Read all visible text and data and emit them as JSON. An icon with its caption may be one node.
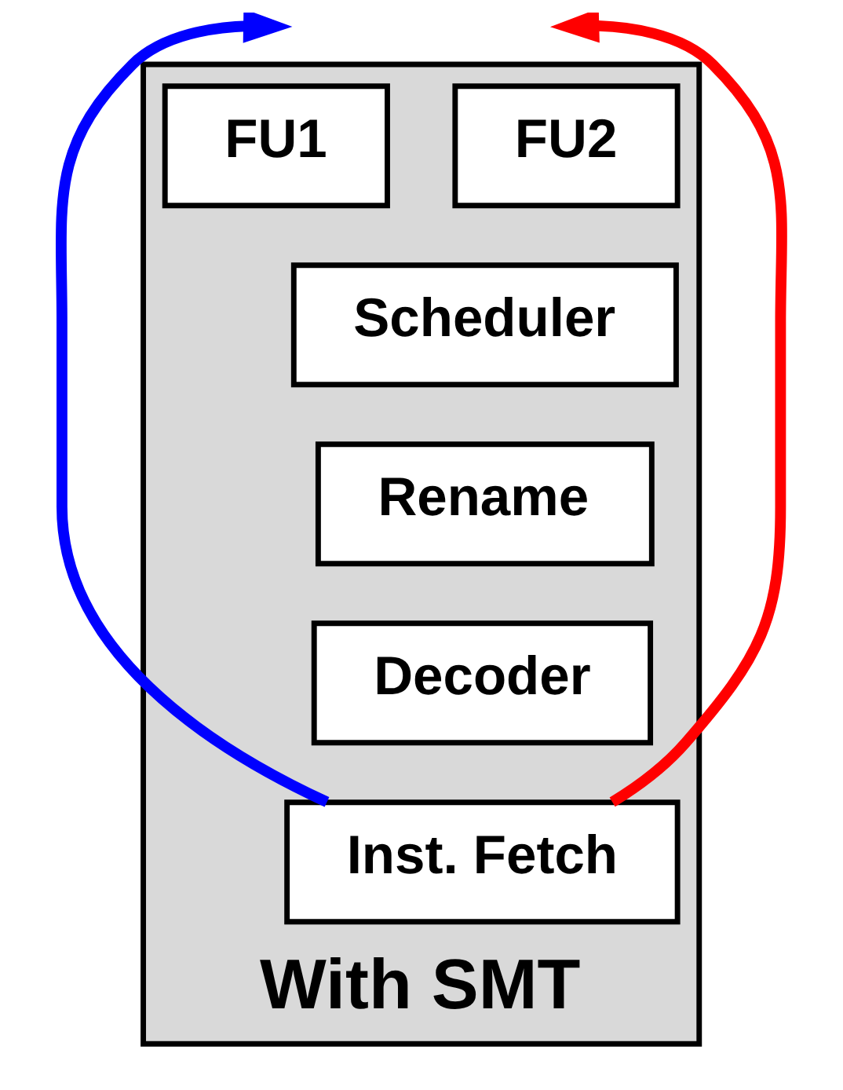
{
  "diagram": {
    "nodes": [
      {
        "text": [
          "With SMT"
        ]
      },
      {
        "text": [
          "FU1"
        ],
        "in": 0
      },
      {
        "text": [
          "FU2"
        ],
        "in": 0
      },
      {
        "text": [
          "Scheduler"
        ],
        "in": 0
      },
      {
        "text": [
          "Rename"
        ],
        "in": 0
      },
      {
        "text": [
          "Decoder"
        ],
        "in": 0
      },
      {
        "text": [
          "Inst. Fetch"
        ],
        "in": 0
      }
    ],
    "edges": [
      {
        "from": 6,
        "to": null,
        "arrow": "to",
        "color": "#0000ff"
      },
      {
        "from": 6,
        "to": null,
        "arrow": "to",
        "color": "#ff0000"
      }
    ]
  }
}
